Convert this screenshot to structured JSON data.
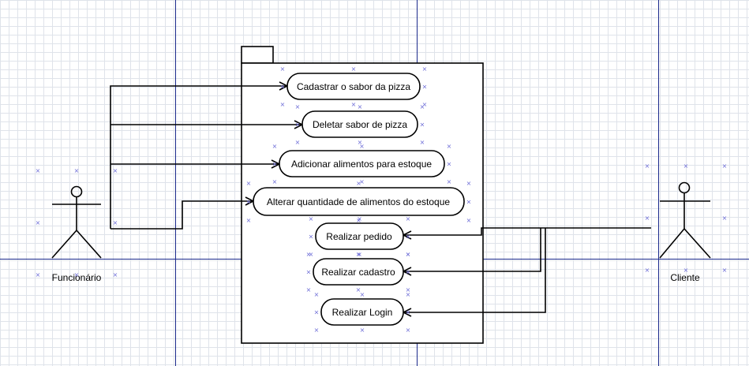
{
  "diagram": {
    "actors": [
      {
        "id": "funcionario",
        "label": "Funcionário"
      },
      {
        "id": "cliente",
        "label": "Cliente"
      }
    ],
    "use_cases": [
      {
        "id": "uc1",
        "label": "Cadastrar o sabor da pizza"
      },
      {
        "id": "uc2",
        "label": "Deletar sabor de pizza"
      },
      {
        "id": "uc3",
        "label": "Adicionar alimentos para estoque"
      },
      {
        "id": "uc4",
        "label": "Alterar quantidade de alimentos do estoque"
      },
      {
        "id": "uc5",
        "label": "Realizar pedido"
      },
      {
        "id": "uc6",
        "label": "Realizar cadastro"
      },
      {
        "id": "uc7",
        "label": "Realizar Login"
      }
    ],
    "associations": [
      {
        "from": "funcionario",
        "to": "uc1"
      },
      {
        "from": "funcionario",
        "to": "uc2"
      },
      {
        "from": "funcionario",
        "to": "uc3"
      },
      {
        "from": "funcionario",
        "to": "uc4"
      },
      {
        "from": "cliente",
        "to": "uc5"
      },
      {
        "from": "cliente",
        "to": "uc6"
      },
      {
        "from": "cliente",
        "to": "uc7"
      }
    ]
  }
}
